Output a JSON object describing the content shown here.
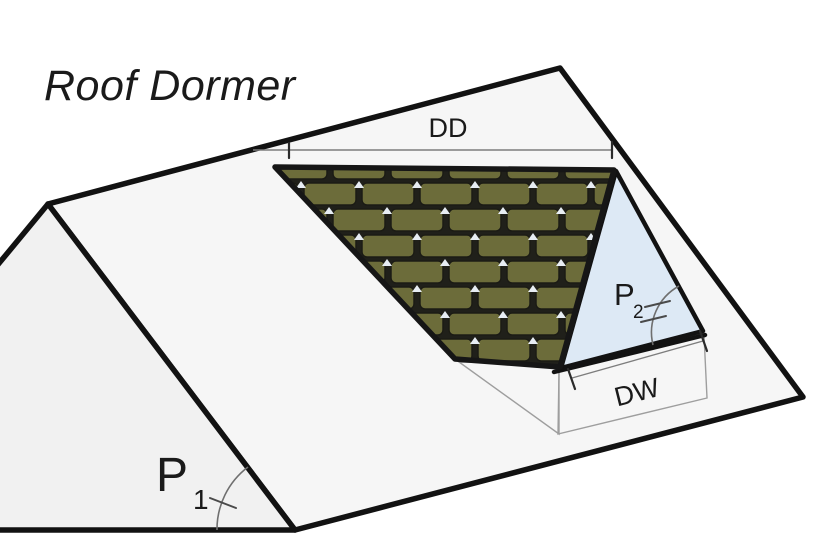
{
  "title": "Roof Dormer",
  "labels": {
    "dormer_depth": "DD",
    "dormer_width": "DW",
    "pitch1_base": "P",
    "pitch1_sub": "1",
    "pitch2_base": "P",
    "pitch2_sub": "2"
  },
  "colors": {
    "shingle": "#6c6c3a",
    "shingle_gap": "#20201a",
    "shingle_joint_highlight": "#e7edf3",
    "dormer_side_face": "#dde9f5",
    "roof_face": "#f6f6f6",
    "gable_face": "#f1f1f1",
    "dormer_wall": "#fdfdfd",
    "outline": "#121212",
    "dimension_line": "#7d7d7d",
    "text": "#1a1a1a"
  }
}
